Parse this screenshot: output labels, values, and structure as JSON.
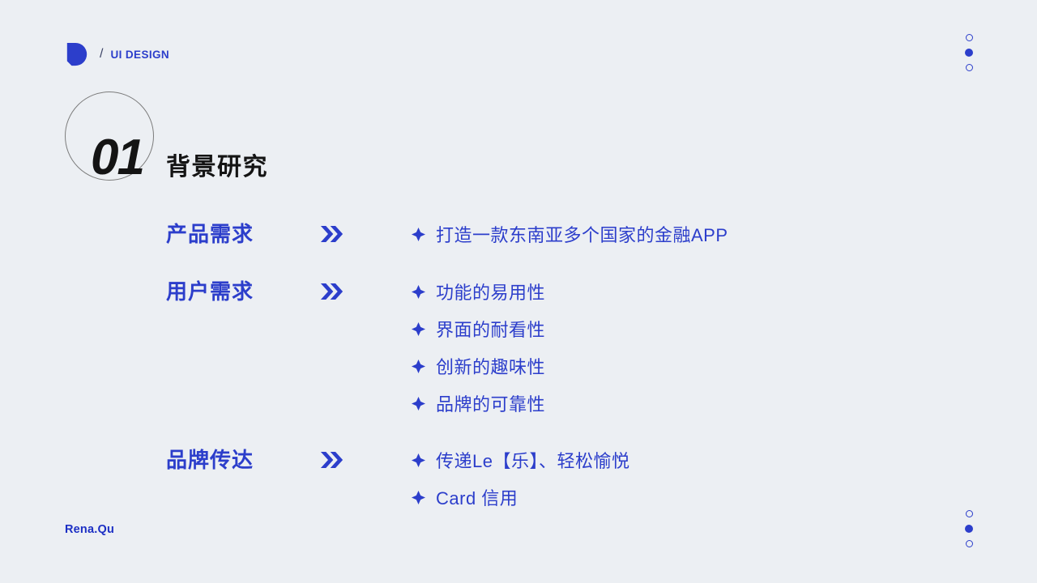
{
  "brand": {
    "separator": "/",
    "name": "UI DESIGN"
  },
  "slide": {
    "number": "01",
    "title": "背景研究"
  },
  "sections": [
    {
      "label": "产品需求",
      "bullets": [
        "打造一款东南亚多个国家的金融APP"
      ]
    },
    {
      "label": "用户需求",
      "bullets": [
        "功能的易用性",
        "界面的耐看性",
        "创新的趣味性",
        "品牌的可靠性"
      ]
    },
    {
      "label": "品牌传达",
      "bullets": [
        "传递Le【乐】、轻松愉悦",
        "Card 信用"
      ]
    }
  ],
  "footer": {
    "author": "Rena.Qu"
  },
  "icons": {
    "logo": "d-shape-logo",
    "section_marker": "double-chevron-right",
    "bullet_marker": "four-point-diamond",
    "decor": "dot-column-hollow-filled-hollow"
  },
  "colors": {
    "accent": "#2c3ecb",
    "background": "#eceff3",
    "heading": "#141414"
  }
}
